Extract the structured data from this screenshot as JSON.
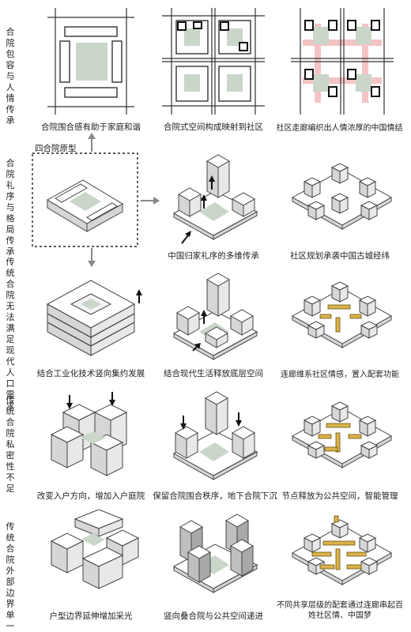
{
  "rows": [
    {
      "label": "合院包容与人情传承",
      "captions": [
        "合院围合感有助于家庭和谐",
        "合院式空间构成映射到社区",
        "社区走廊编织出人情浓厚的中国情结"
      ]
    },
    {
      "label": "合院礼序与格局传承",
      "captions": [
        "",
        "中国归家礼序的多维传承",
        "社区规划承袭中国古城经纬"
      ]
    },
    {
      "label": "传统合院无法满足现代人口需求",
      "captions": [
        "结合工业化技术竖向集约发展",
        "结合现代生活释放底层空间",
        "连廊维系社区情感，置入配套功能"
      ]
    },
    {
      "label": "传统合院私密性不足",
      "captions": [
        "改变入户方向，增加入户庭院",
        "保留合院围合秩序，地下合院下沉",
        "节点释放为公共空间，智能管理"
      ]
    },
    {
      "label": "传统合院外部边界单一",
      "captions": [
        "户型边界延伸增加采光",
        "竖向叠合院与公共空间递进",
        "不同共享层级的配套通过连廊串起百姓社区情、中国梦"
      ]
    }
  ],
  "prototype_label": "四合院原型",
  "colors": {
    "courtyard_green": "#c9d6c9",
    "corridor_pink": "#f3c4c4",
    "connector_gold": "#d9b24a"
  }
}
